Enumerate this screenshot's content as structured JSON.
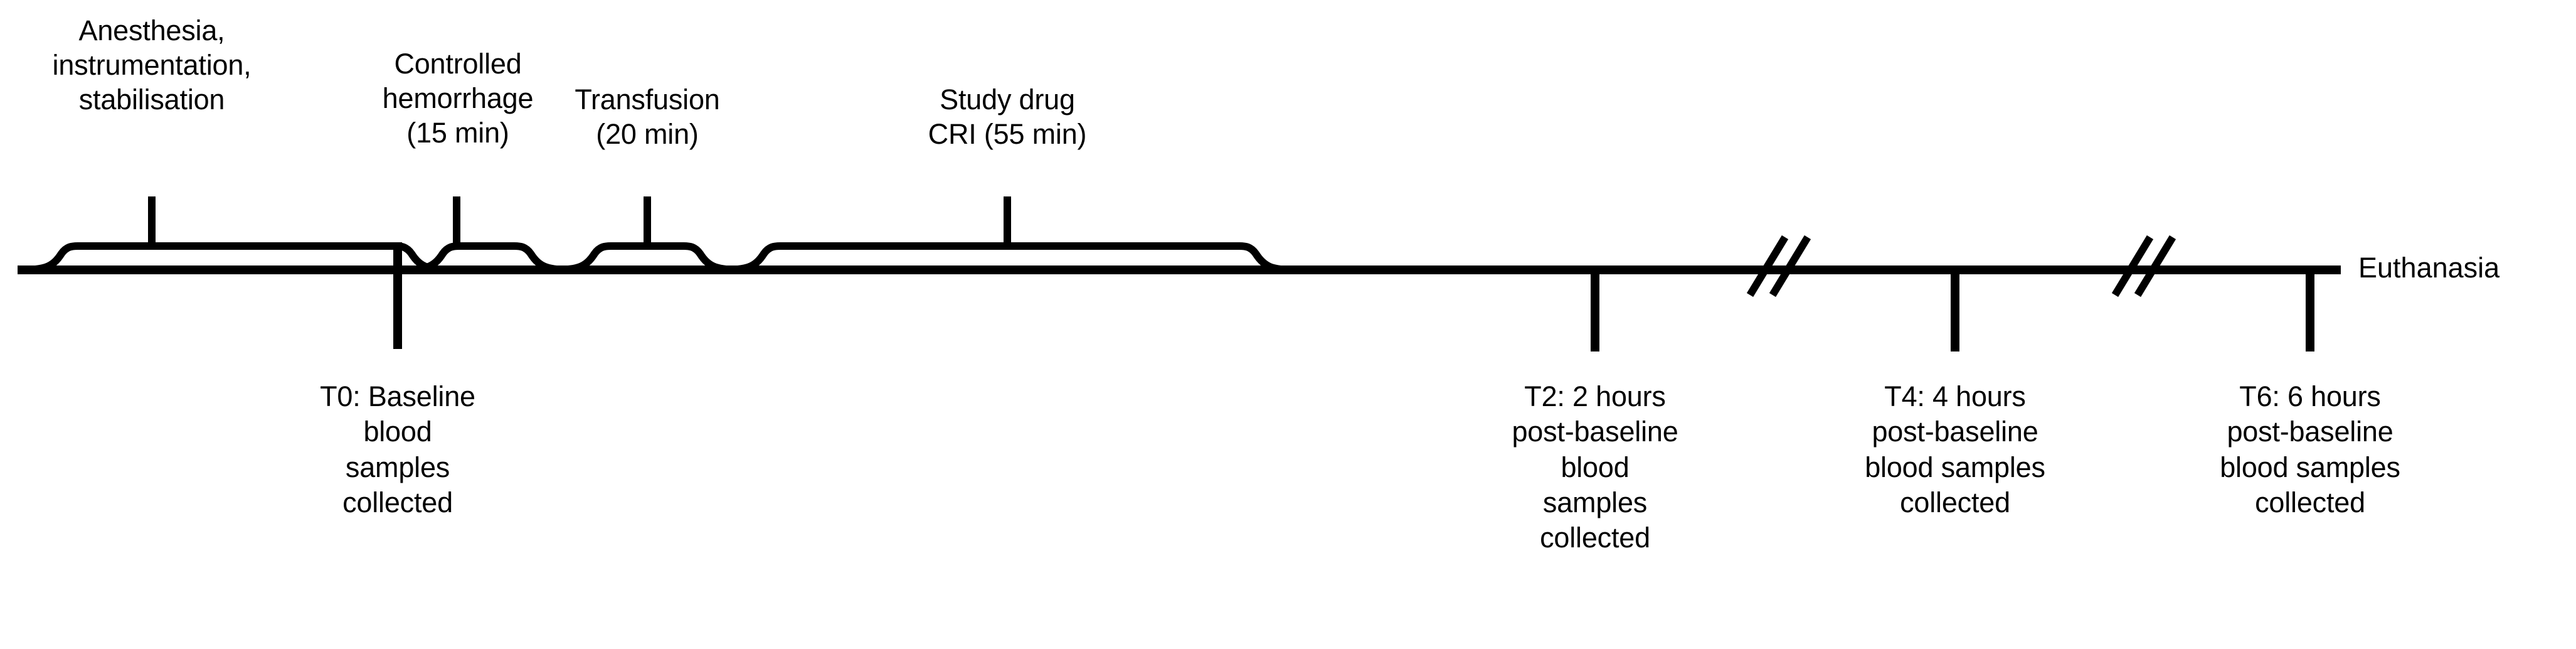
{
  "figure": {
    "kind": "study-timeline-diagram",
    "background_color": "#ffffff",
    "line_color": "#000000"
  },
  "phases": [
    {
      "id": "anesthesia",
      "label": "Anesthesia,\ninstrumentation,\nstabilisation"
    },
    {
      "id": "controlled-hemorrhage",
      "label": "Controlled\nhemorrhage\n(15 min)"
    },
    {
      "id": "transfusion",
      "label": "Transfusion\n(20 min)"
    },
    {
      "id": "study-drug-cri",
      "label": "Study drug\nCRI (55 min)"
    }
  ],
  "timepoints": [
    {
      "id": "t0",
      "label": "T0: Baseline\nblood\nsamples\ncollected"
    },
    {
      "id": "t2",
      "label": "T2: 2 hours\npost-baseline\nblood\nsamples\ncollected"
    },
    {
      "id": "t4",
      "label": "T4: 4 hours\npost-baseline\nblood samples\ncollected"
    },
    {
      "id": "t6",
      "label": "T6: 6 hours\npost-baseline\nblood samples\ncollected"
    }
  ],
  "endpoint": {
    "id": "euthanasia",
    "label": "Euthanasia"
  },
  "axis_breaks": [
    {
      "id": "break-1",
      "glyph": "//"
    },
    {
      "id": "break-2",
      "glyph": "//"
    }
  ]
}
